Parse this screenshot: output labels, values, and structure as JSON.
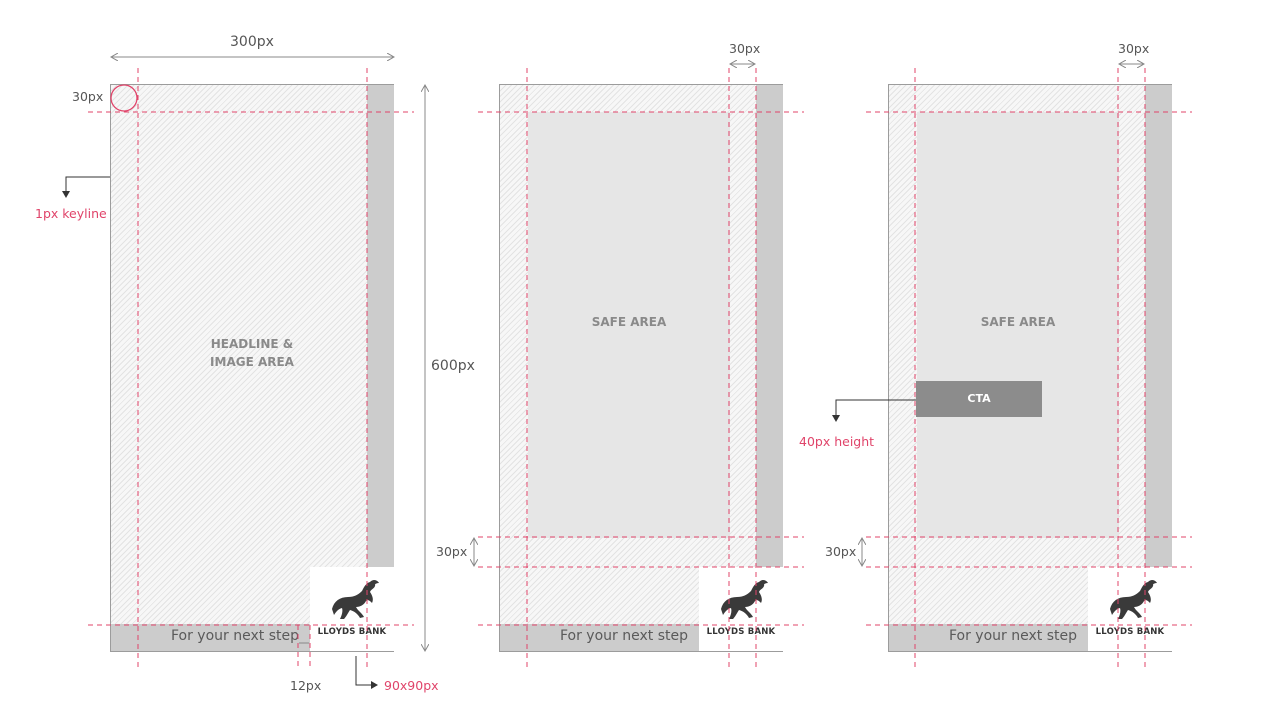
{
  "dimensions": {
    "width_label": "300px",
    "height_label": "600px",
    "margin_label": "30px",
    "gap_label": "12px",
    "logo_label": "90x90px"
  },
  "annotations": {
    "keyline": "1px keyline",
    "cta_height": "40px height"
  },
  "panels": [
    {
      "area_text": "HEADLINE &\nIMAGE AREA",
      "tagline": "For your next step",
      "logo_text": "LLOYDS BANK"
    },
    {
      "area_text": "SAFE AREA",
      "tagline": "For your next step",
      "logo_text": "LLOYDS BANK"
    },
    {
      "area_text": "SAFE AREA",
      "tagline": "For your next step",
      "logo_text": "LLOYDS BANK",
      "cta_text": "CTA"
    }
  ],
  "colors": {
    "guide": "#e0446a",
    "keyline": "#9c9c9c",
    "strip": "#cccccc",
    "safe": "#e6e6e6",
    "cta": "#8c8c8c"
  }
}
